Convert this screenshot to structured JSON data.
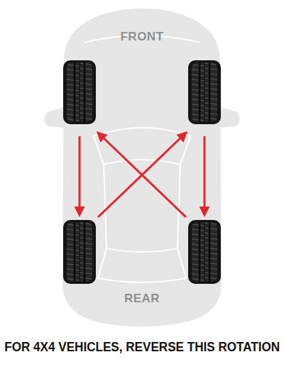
{
  "diagram": {
    "caption": "FOR 4X4 VEHICLES, REVERSE THIS ROTATION",
    "labels": [
      "FRONT",
      "REAR"
    ]
  }
}
